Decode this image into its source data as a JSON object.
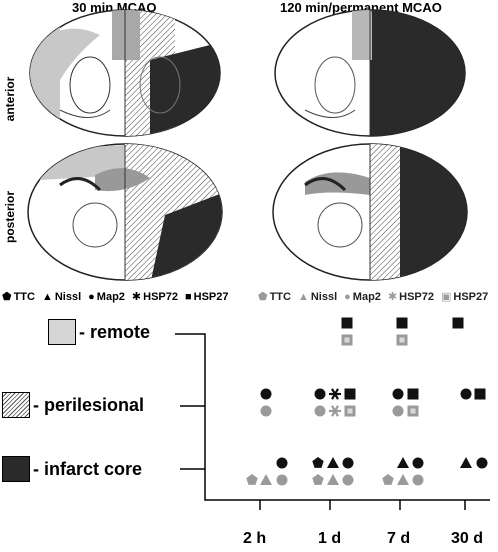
{
  "panels": {
    "left_title": "30 min MCAO",
    "right_title": "120 min/permanent MCAO",
    "row_anterior": "anterior",
    "row_posterior": "posterior"
  },
  "legend": {
    "dark": [
      {
        "symbol": "pentagon",
        "label": "TTC"
      },
      {
        "symbol": "triangle",
        "label": "Nissl"
      },
      {
        "symbol": "circle",
        "label": "Map2"
      },
      {
        "symbol": "asterisk",
        "label": "HSP72"
      },
      {
        "symbol": "square",
        "label": "HSP27"
      }
    ],
    "gray": [
      {
        "symbol": "pentagon",
        "label": "TTC"
      },
      {
        "symbol": "triangle",
        "label": "Nissl"
      },
      {
        "symbol": "circle",
        "label": "Map2"
      },
      {
        "symbol": "asterisk",
        "label": "HSP72"
      },
      {
        "symbol": "square",
        "label": "HSP27"
      }
    ]
  },
  "regions": {
    "remote": "- remote",
    "perilesional": "- perilesional",
    "core": "- infarct core"
  },
  "timepoints": [
    "2 h",
    "1 d",
    "7 d",
    "30 d"
  ],
  "colors": {
    "dark": "#111111",
    "gray": "#9a9a9a",
    "remote": "#d6d6d6",
    "core": "#2a2a2a"
  }
}
